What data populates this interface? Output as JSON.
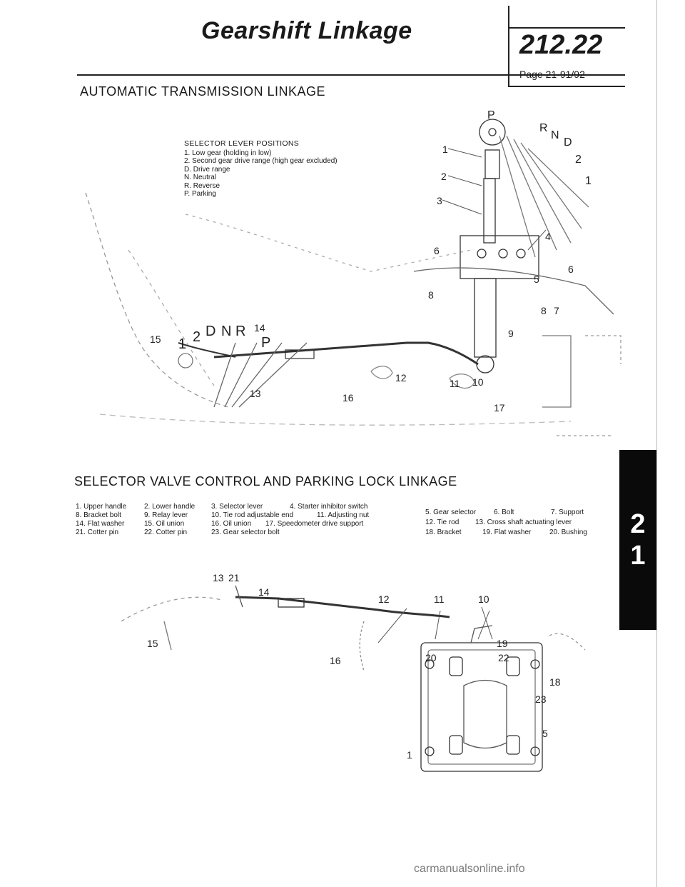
{
  "header": {
    "title": "Gearshift Linkage",
    "section_number": "212.22",
    "page_ref": "Page 21-91/92"
  },
  "section_1": {
    "title": "AUTOMATIC TRANSMISSION LINKAGE",
    "legend": {
      "title": "SELECTOR LEVER POSITIONS",
      "items": [
        "1. Low gear (holding in low)",
        "2. Second gear drive range (high gear excluded)",
        "D. Drive range",
        "N. Neutral",
        "R. Reverse",
        "P. Parking"
      ]
    },
    "diagram_labels": {
      "pos_p_top": "P",
      "pos_r_top": "R",
      "pos_n_top": "N",
      "pos_d_top": "D",
      "pos_2_top": "2",
      "pos_1_top": "1",
      "callout_1": "1",
      "callout_2": "2",
      "callout_3": "3",
      "callout_4": "4",
      "callout_5": "5",
      "callout_6_left": "6",
      "callout_6_right": "6",
      "callout_7": "7",
      "callout_8_left": "8",
      "callout_8_right": "8",
      "callout_9": "9",
      "callout_10": "10",
      "callout_11": "11",
      "callout_12": "12",
      "callout_13": "13",
      "callout_14": "14",
      "callout_15": "15",
      "callout_16": "16",
      "callout_17": "17",
      "pos_1_low": "1",
      "pos_2_low": "2",
      "pos_d_low": "D",
      "pos_n_low": "N",
      "pos_r_low": "R",
      "pos_p_low": "P"
    }
  },
  "section_2": {
    "title": "SELECTOR VALVE CONTROL AND PARKING LOCK LINKAGE",
    "parts": [
      "1. Upper handle",
      "2. Lower handle",
      "3. Selector lever",
      "4. Starter inhibitor switch",
      "5. Gear selector",
      "6. Bolt",
      "7. Support",
      "8. Bracket bolt",
      "9. Relay lever",
      "10. Tie rod adjustable end",
      "11. Adjusting nut",
      "12. Tie rod",
      "13. Cross shaft actuating lever",
      "14. Flat washer",
      "15. Oil union",
      "16. Oil union",
      "17. Speedometer drive support",
      "18. Bracket",
      "19. Flat washer",
      "20. Bushing",
      "21. Cotter pin",
      "22. Cotter pin",
      "23. Gear selector bolt"
    ],
    "diagram_labels": {
      "callout_13": "13",
      "callout_21": "21",
      "callout_14": "14",
      "callout_15": "15",
      "callout_16": "16",
      "callout_12": "12",
      "callout_11": "11",
      "callout_10": "10",
      "callout_19": "19",
      "callout_20": "20",
      "callout_22": "22",
      "callout_18": "18",
      "callout_23": "23",
      "callout_1": "1",
      "callout_5": "5"
    }
  },
  "tab": {
    "number": "2\n1"
  },
  "watermark": "carmanualsonline.info"
}
